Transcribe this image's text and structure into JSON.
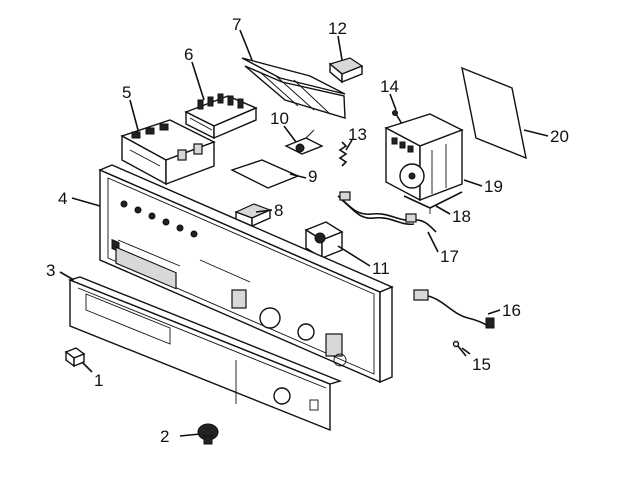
{
  "diagram": {
    "callouts": [
      {
        "id": "1",
        "text": "1"
      },
      {
        "id": "2",
        "text": "2"
      },
      {
        "id": "3",
        "text": "3"
      },
      {
        "id": "4",
        "text": "4"
      },
      {
        "id": "5",
        "text": "5"
      },
      {
        "id": "6",
        "text": "6"
      },
      {
        "id": "7",
        "text": "7"
      },
      {
        "id": "8",
        "text": "8"
      },
      {
        "id": "9",
        "text": "9"
      },
      {
        "id": "10",
        "text": "10"
      },
      {
        "id": "11",
        "text": "11"
      },
      {
        "id": "12",
        "text": "12"
      },
      {
        "id": "13",
        "text": "13"
      },
      {
        "id": "14",
        "text": "14"
      },
      {
        "id": "15",
        "text": "15"
      },
      {
        "id": "16",
        "text": "16"
      },
      {
        "id": "17",
        "text": "17"
      },
      {
        "id": "18",
        "text": "18"
      },
      {
        "id": "19",
        "text": "19"
      },
      {
        "id": "20",
        "text": "20"
      }
    ]
  }
}
